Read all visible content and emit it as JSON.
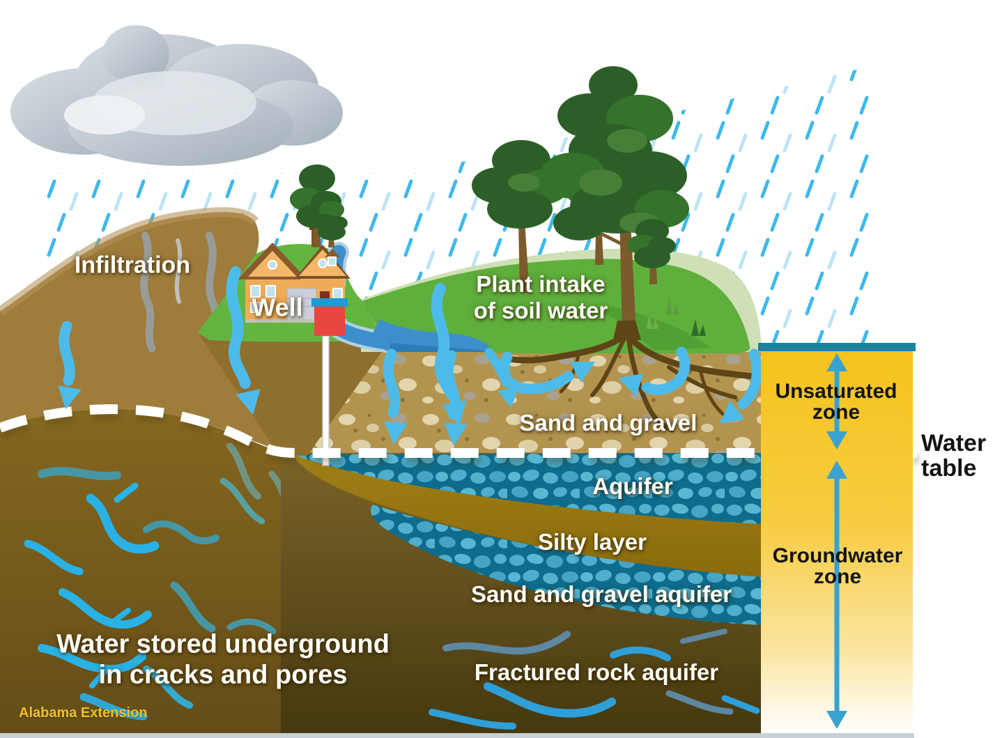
{
  "labels": {
    "infiltration": "Infiltration",
    "well": "Well",
    "plant_intake_line1": "Plant intake",
    "plant_intake_line2": "of soil water",
    "sand_and_gravel": "Sand and gravel",
    "aquifer": "Aquifer",
    "silty_layer": "Silty layer",
    "sand_and_gravel_aquifer": "Sand and gravel aquifer",
    "fractured_rock_aquifer": "Fractured rock aquifer",
    "water_stored_line1": "Water stored underground",
    "water_stored_line2": "in cracks and pores",
    "unsaturated_line1": "Unsaturated",
    "unsaturated_line2": "zone",
    "water_table_line1": "Water",
    "water_table_line2": "table",
    "groundwater_line1": "Groundwater",
    "groundwater_line2": "zone",
    "credit": "Alabama Extension"
  },
  "colors": {
    "arrow_cyan": "#4DBBEA",
    "panel_gold": "#F6C31C",
    "panel_top_bar_teal": "#1B7FA6",
    "aquifer_teal": "#0E6C8C",
    "silty_olive": "#957712",
    "sand_tan": "#B3944F",
    "grass_green": "#5FAF3C",
    "water_table_dash": "#FFFFFF",
    "credit_gold": "#EFC41F",
    "crack_blue": "#29B2E5",
    "cloud_grey": "#AEB9C4"
  }
}
